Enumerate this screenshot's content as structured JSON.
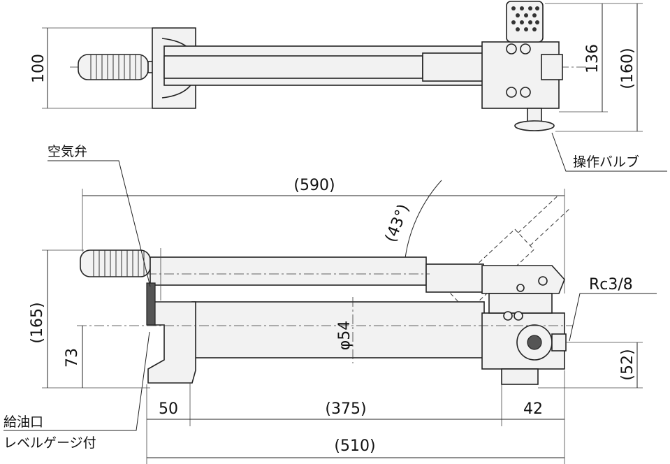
{
  "top_view": {
    "dim_width": "100",
    "dim_valve_height": "136",
    "dim_total_height": "(160)",
    "label_valve": "操作バルブ"
  },
  "side_view": {
    "label_air_valve": "空気弁",
    "dim_total_length": "(590)",
    "dim_angle": "(43°)",
    "label_port": "Rc3/8",
    "dim_height": "(165)",
    "dim_center_height": "73",
    "dim_cylinder_dia": "φ54",
    "dim_port_height": "(52)",
    "dim_left": "50",
    "dim_middle": "(375)",
    "dim_right": "42",
    "dim_body_length": "(510)",
    "label_oil_port": "給油口",
    "label_level_gauge": "レベルゲージ付"
  }
}
